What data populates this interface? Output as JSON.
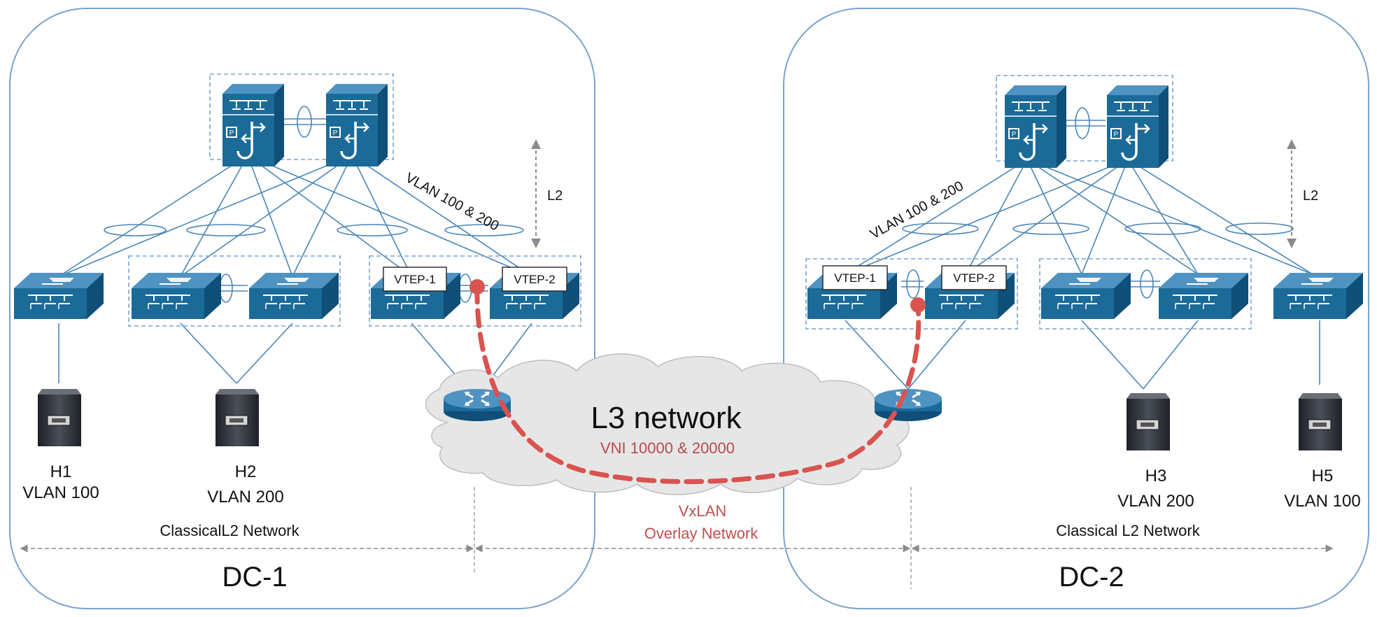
{
  "colors": {
    "dc_border": "#7aa3cc",
    "device_blue": "#1b6a98",
    "link_blue": "#4a86b8",
    "overlay_red": "#d9534f",
    "cloud_gray": "#e4e4e4",
    "text_red": "#c0504d"
  },
  "dc1": {
    "name": "DC-1",
    "l2_label": "L2",
    "vlan_label": "VLAN 100 & 200",
    "vtep1": "VTEP-1",
    "vtep2": "VTEP-2",
    "network_label": "ClassicalL2 Network",
    "hosts": [
      {
        "name": "H1",
        "vlan": "VLAN 100"
      },
      {
        "name": "H2",
        "vlan": "VLAN 200"
      }
    ]
  },
  "dc2": {
    "name": "DC-2",
    "l2_label": "L2",
    "vlan_label": "VLAN 100 & 200",
    "vtep1": "VTEP-1",
    "vtep2": "VTEP-2",
    "network_label": "Classical L2 Network",
    "hosts": [
      {
        "name": "H3",
        "vlan": "VLAN 200"
      },
      {
        "name": "H5",
        "vlan": "VLAN 100"
      }
    ]
  },
  "l3": {
    "title": "L3 network",
    "vni": "VNI 10000 & 20000"
  },
  "overlay": {
    "line1": "VxLAN",
    "line2": "Overlay Network"
  },
  "icons": {
    "spine": "core-switch-icon",
    "leaf": "access-switch-icon",
    "router": "router-icon",
    "server": "server-icon"
  }
}
